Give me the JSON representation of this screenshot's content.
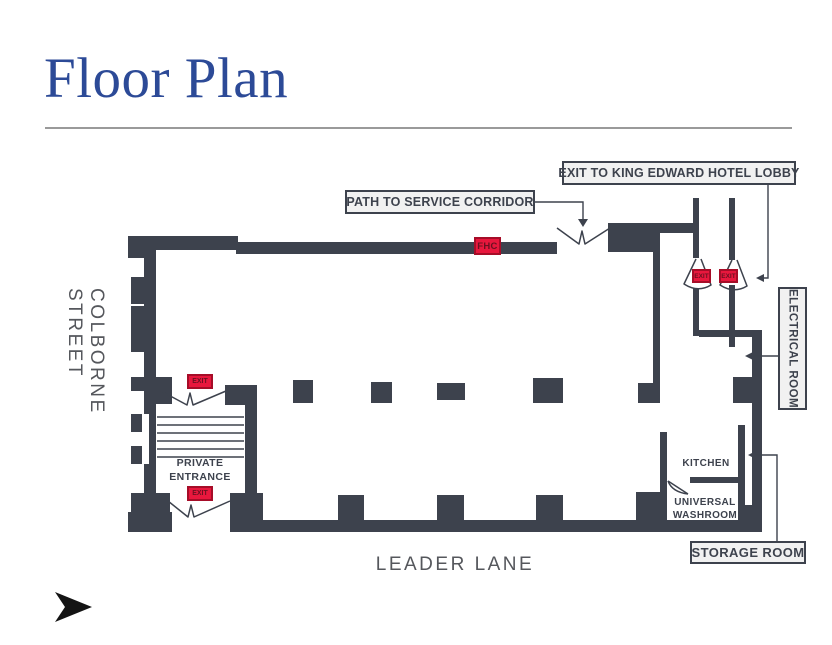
{
  "title": "Floor Plan",
  "streets": {
    "left": "COLBORNE STREET",
    "bottom": "LEADER LANE"
  },
  "callouts": {
    "exit_lobby": "EXIT TO KING EDWARD HOTEL LOBBY",
    "service_corridor": "PATH TO SERVICE CORRIDOR",
    "electrical_room": "ELECTRICAL ROOM",
    "storage_room": "STORAGE ROOM"
  },
  "rooms": {
    "private_entrance": "PRIVATE ENTRANCE",
    "kitchen": "KITCHEN",
    "universal_washroom": "UNIVERSAL WASHROOM"
  },
  "badges": {
    "exit": "EXIT",
    "fire_hose_cabinet": "FHC"
  },
  "colors": {
    "wall": "#3d424d",
    "badge_red": "#e8173d",
    "badge_border": "#a60d28",
    "title_blue": "#2c4a97",
    "callout_bg": "#f1f1f1",
    "street_text": "#55575c",
    "divider": "#9a9a9a"
  }
}
